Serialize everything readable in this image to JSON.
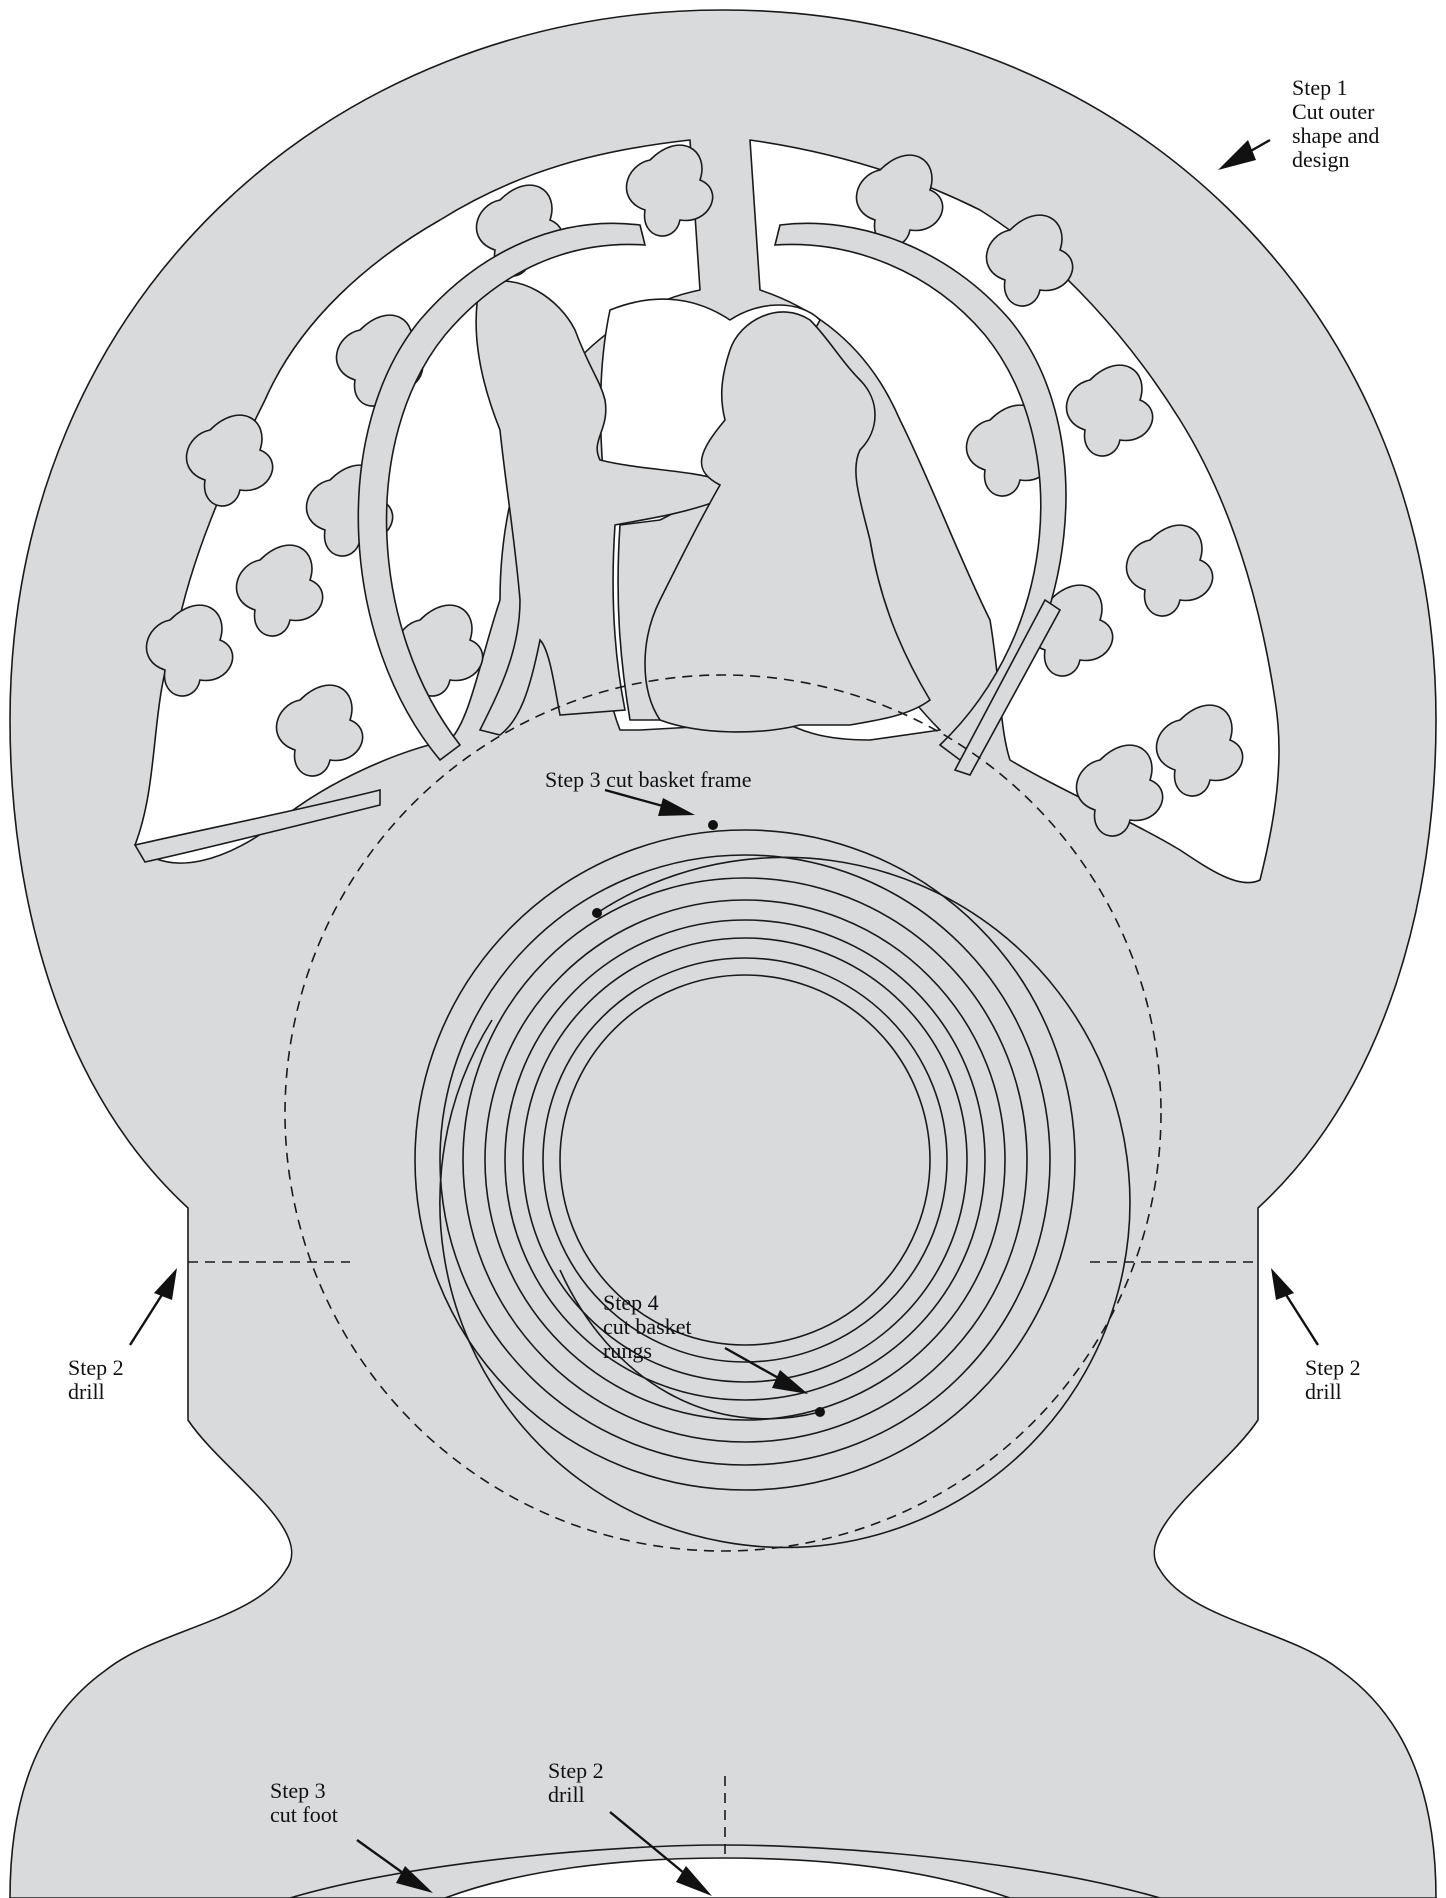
{
  "labels": {
    "step1": [
      "Step 1",
      "Cut outer",
      "shape and",
      "design"
    ],
    "step2_left": [
      "Step 2",
      "drill"
    ],
    "step2_right": [
      "Step 2",
      "drill"
    ],
    "step3_frame": [
      "Step 3 cut basket frame"
    ],
    "step4": [
      "Step 4",
      "cut basket",
      "rungs"
    ],
    "step3_foot": [
      "Step 3",
      "cut foot"
    ],
    "step2_bottom": [
      "Step 2",
      "drill"
    ]
  },
  "colors": {
    "wood": "#d9dadc",
    "cutout": "#ffffff",
    "line": "#1a1a1a"
  }
}
